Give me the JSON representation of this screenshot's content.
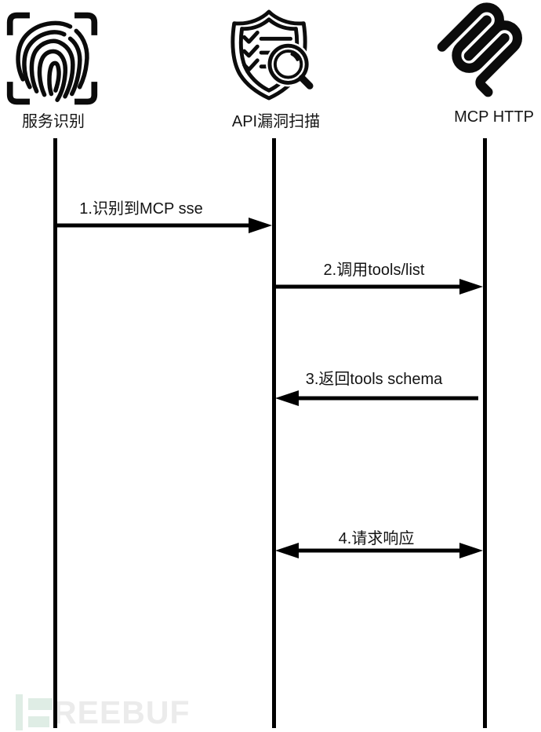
{
  "diagram": {
    "type": "sequence",
    "actors": [
      {
        "id": "service-identification",
        "label": "服务识别",
        "icon": "fingerprint-scan-icon"
      },
      {
        "id": "api-vuln-scan",
        "label": "API漏洞扫描",
        "icon": "shield-checklist-magnifier-icon"
      },
      {
        "id": "mcp-http",
        "label": "MCP HTTP",
        "icon": "mcp-logo-icon"
      }
    ],
    "messages": [
      {
        "label": "1.识别到MCP sse",
        "from": "service-identification",
        "to": "api-vuln-scan",
        "arrow": "right"
      },
      {
        "label": "2.调用tools/list",
        "from": "api-vuln-scan",
        "to": "mcp-http",
        "arrow": "right"
      },
      {
        "label": "3.返回tools schema",
        "from": "mcp-http",
        "to": "api-vuln-scan",
        "arrow": "left"
      },
      {
        "label": "4.请求响应",
        "from": "api-vuln-scan",
        "to": "mcp-http",
        "arrow": "both"
      }
    ]
  },
  "watermark": {
    "brand": "FREEBUF",
    "text": "REEBUF",
    "bar_color": "#dfede5",
    "text_color": "#ebebeb"
  },
  "colors": {
    "line": "#000000",
    "label_text": "#141414",
    "background": "#ffffff"
  }
}
